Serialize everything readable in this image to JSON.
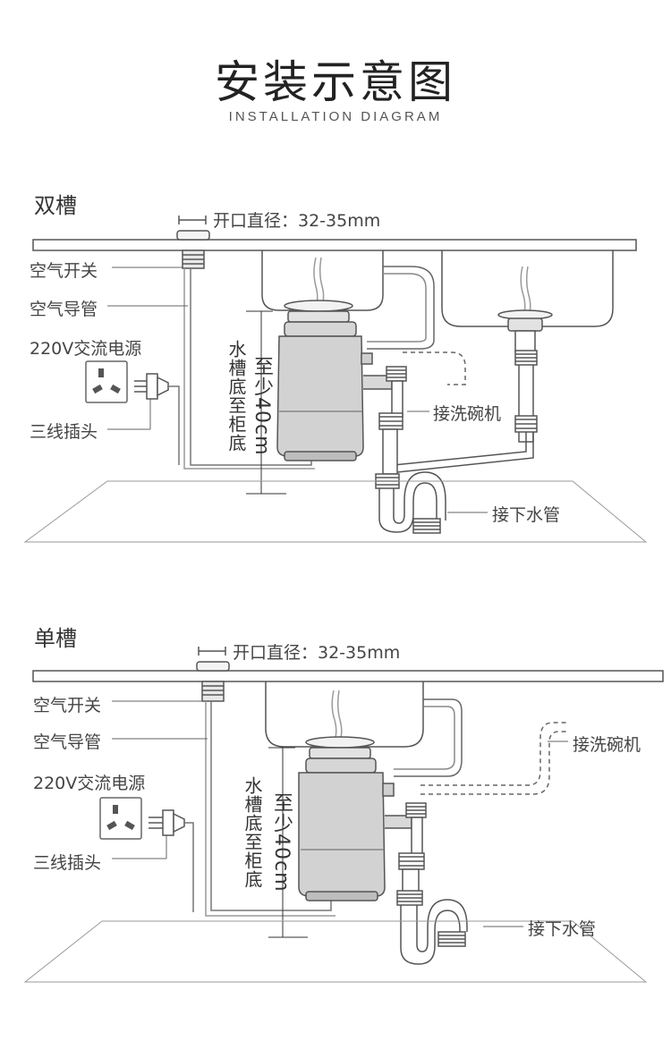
{
  "header": {
    "title": "安装示意图",
    "subtitle": "INSTALLATION DIAGRAM"
  },
  "double_sink": {
    "section_title": "双槽",
    "opening_diameter": "开口直径：32-35mm",
    "air_switch": "空气开关",
    "air_tube": "空气导管",
    "power_source": "220V交流电源",
    "plug": "三线插头",
    "distance_label": "水槽底至柜底",
    "min_distance": "至少40cm",
    "dishwasher": "接洗碗机",
    "drain_pipe": "接下水管"
  },
  "single_sink": {
    "section_title": "单槽",
    "opening_diameter": "开口直径：32-35mm",
    "air_switch": "空气开关",
    "air_tube": "空气导管",
    "power_source": "220V交流电源",
    "plug": "三线插头",
    "distance_label": "水槽底至柜底",
    "min_distance": "至少40cm",
    "dishwasher": "接洗碗机",
    "drain_pipe": "接下水管"
  },
  "colors": {
    "line": "#555555",
    "accent_red": "#d0021b"
  }
}
